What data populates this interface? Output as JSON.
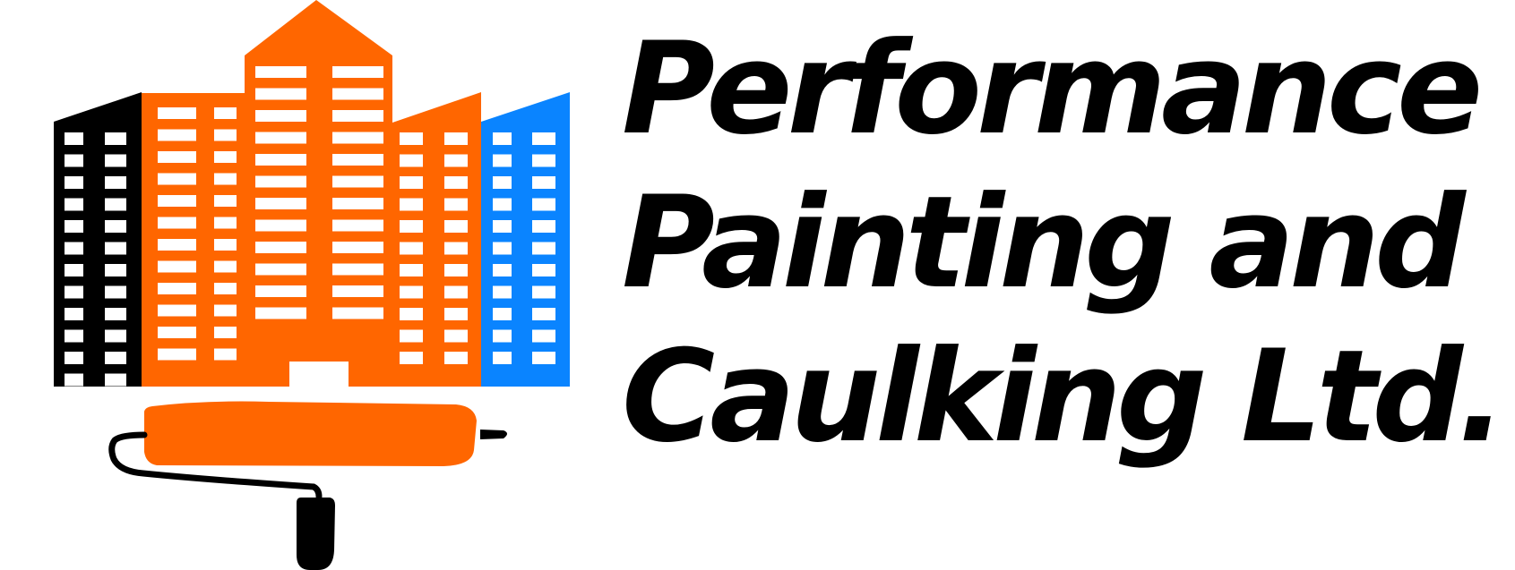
{
  "logo": {
    "name_lines": [
      "Performance",
      "Painting and",
      "Caulking Ltd."
    ],
    "icons": {
      "buildings": "buildings-icon",
      "paint_roller": "paint-roller-icon"
    },
    "colors": {
      "text": "#000000",
      "building_left": "#000000",
      "building_center": "#ff6600",
      "building_right": "#0a84ff",
      "roller": "#ff6600",
      "handle": "#000000",
      "windows": "#ffffff",
      "background": "#ffffff"
    }
  }
}
